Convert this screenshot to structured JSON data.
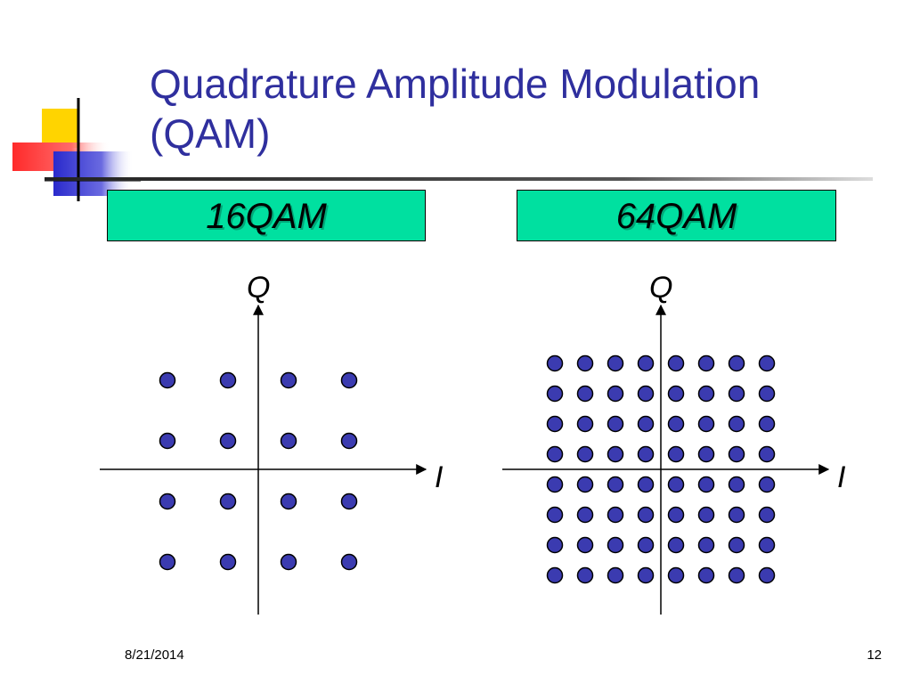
{
  "slide": {
    "title": "Quadrature Amplitude Modulation\n(QAM)",
    "footer_date": "8/21/2014",
    "page_number": "12"
  },
  "colors": {
    "title": "#2f2f9e",
    "label_box": "#00e0a0",
    "point_fill": "#3b3bb0",
    "logo_yellow": "#ffd400",
    "logo_red": "#ff3030",
    "logo_blue": "#3333cc"
  },
  "diagrams": [
    {
      "label": "16QAM",
      "q_axis_label": "Q",
      "i_axis_label": "I",
      "levels": 4
    },
    {
      "label": "64QAM",
      "q_axis_label": "Q",
      "i_axis_label": "I",
      "levels": 8
    }
  ]
}
